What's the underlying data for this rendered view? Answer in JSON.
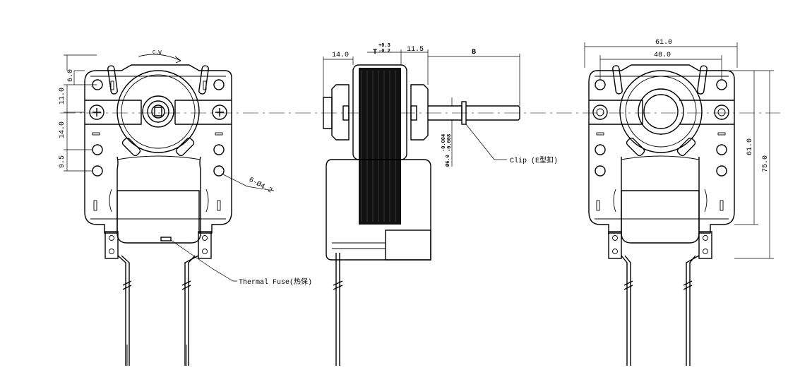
{
  "dimensions": {
    "rotation": "C.W",
    "d_6": "6.0",
    "d_11": "11.0",
    "d_14_left": "14.0",
    "d_9_5": "9.5",
    "holes": "6-Ø4.2",
    "d_14_side": "14.0",
    "t_base": "T",
    "t_plus": "+0.3",
    "t_minus": "-0.2",
    "d_11_5": "11.5",
    "b": "B",
    "shaft_base": "Ø6.0",
    "shaft_minus1": "-0.004",
    "shaft_minus2": "-0.008",
    "d_61_top": "61.0",
    "d_48": "48.0",
    "d_61_right": "61.0",
    "d_75": "75.0"
  },
  "labels": {
    "clip": "Clip (E型扣)",
    "thermal_fuse": "Thermal Fuse(热保)"
  }
}
